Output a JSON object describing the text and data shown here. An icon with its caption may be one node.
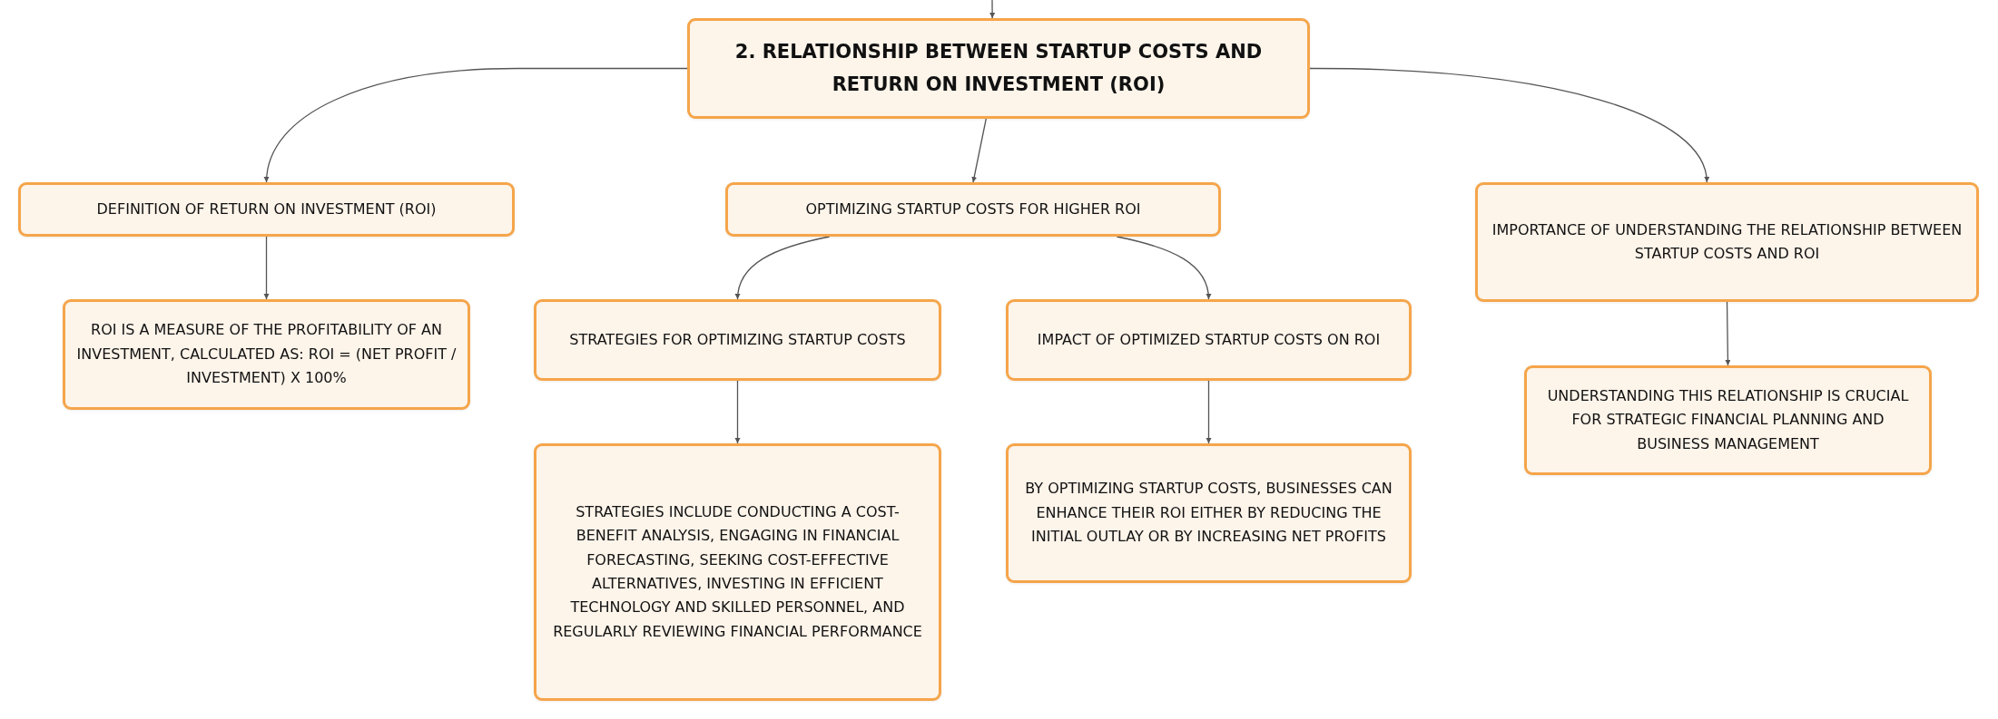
{
  "diagram": {
    "nodes": [
      {
        "text": [
          "2. RELATIONSHIP BETWEEN STARTUP COSTS AND RETURN ON INVESTMENT (ROI)"
        ]
      },
      {
        "text": [
          "DEFINITION OF RETURN ON INVESTMENT (ROI)"
        ]
      },
      {
        "text": [
          "ROI IS A MEASURE OF THE PROFITABILITY OF AN INVESTMENT, CALCULATED AS: ROI = (NET PROFIT / INVESTMENT) X 100%"
        ]
      },
      {
        "text": [
          "OPTIMIZING STARTUP COSTS FOR HIGHER ROI"
        ]
      },
      {
        "text": [
          "STRATEGIES FOR OPTIMIZING STARTUP COSTS"
        ]
      },
      {
        "text": [
          "STRATEGIES INCLUDE CONDUCTING A COST-BENEFIT ANALYSIS, ENGAGING IN FINANCIAL FORECASTING, SEEKING COST-EFFECTIVE ALTERNATIVES, INVESTING IN EFFICIENT TECHNOLOGY AND SKILLED PERSONNEL, AND REGULARLY REVIEWING FINANCIAL PERFORMANCE"
        ]
      },
      {
        "text": [
          "IMPACT OF OPTIMIZED STARTUP COSTS ON ROI"
        ]
      },
      {
        "text": [
          "BY OPTIMIZING STARTUP COSTS, BUSINESSES CAN ENHANCE THEIR ROI EITHER BY REDUCING THE INITIAL OUTLAY OR BY INCREASING NET PROFITS"
        ]
      },
      {
        "text": [
          "IMPORTANCE OF UNDERSTANDING THE RELATIONSHIP BETWEEN STARTUP COSTS AND ROI"
        ]
      },
      {
        "text": [
          "UNDERSTANDING THIS RELATIONSHIP IS CRUCIAL FOR STRATEGIC FINANCIAL PLANNING AND BUSINESS MANAGEMENT"
        ]
      }
    ],
    "edges": [
      {
        "from": null,
        "to": 0,
        "arrow": "to"
      },
      {
        "from": 0,
        "to": 1,
        "arrow": "to"
      },
      {
        "from": 0,
        "to": 3,
        "arrow": "to"
      },
      {
        "from": 0,
        "to": 8,
        "arrow": "to"
      },
      {
        "from": 1,
        "to": 2,
        "arrow": "to"
      },
      {
        "from": 3,
        "to": 4,
        "arrow": "to"
      },
      {
        "from": 3,
        "to": 6,
        "arrow": "to"
      },
      {
        "from": 4,
        "to": 5,
        "arrow": "to"
      },
      {
        "from": 6,
        "to": 7,
        "arrow": "to"
      },
      {
        "from": 8,
        "to": 9,
        "arrow": "to"
      }
    ]
  }
}
